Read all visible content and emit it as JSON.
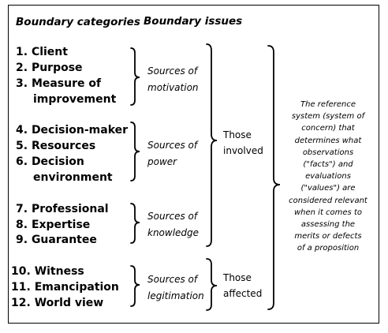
{
  "headers": {
    "categories": "Boundary categories",
    "issues": "Boundary issues"
  },
  "groups": [
    {
      "items": [
        {
          "num": "1.",
          "text": "Client"
        },
        {
          "num": "2.",
          "text": "Purpose"
        },
        {
          "num": "3.",
          "text": "Measure of",
          "cont": "improvement"
        }
      ],
      "issue": [
        "Sources of",
        "motivation"
      ]
    },
    {
      "items": [
        {
          "num": "4.",
          "text": "Decision-maker"
        },
        {
          "num": "5.",
          "text": "Resources"
        },
        {
          "num": "6.",
          "text": "Decision",
          "cont": "environment"
        }
      ],
      "issue": [
        "Sources of",
        "power"
      ]
    },
    {
      "items": [
        {
          "num": "7.",
          "text": "Professional"
        },
        {
          "num": "8.",
          "text": "Expertise"
        },
        {
          "num": "9.",
          "text": "Guarantee"
        }
      ],
      "issue": [
        "Sources of",
        "knowledge"
      ]
    },
    {
      "items": [
        {
          "num": "10.",
          "text": "Witness"
        },
        {
          "num": "11.",
          "text": "Emancipation"
        },
        {
          "num": "12.",
          "text": "World view"
        }
      ],
      "issue": [
        "Sources of",
        "legitimation"
      ]
    }
  ],
  "involved": [
    "Those",
    "involved"
  ],
  "affected": [
    "Those",
    "affected"
  ],
  "reference": [
    "The reference",
    "system (system of",
    "concern) that",
    "determines what",
    "observations",
    "(\"facts\") and",
    "evaluations",
    "(\"values\") are",
    "considered relevant",
    "when it comes to",
    "assessing the",
    "merits or defects",
    "of a proposition"
  ]
}
